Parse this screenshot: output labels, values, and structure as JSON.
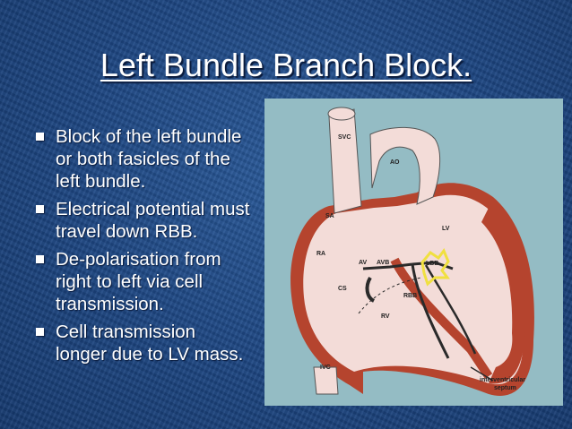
{
  "slide": {
    "title": "Left Bundle Branch Block.",
    "bullets": [
      "Block of the left bundle or both fasicles of the left bundle.",
      "Electrical potential must travel down RBB.",
      "De-polarisation from right to left via cell transmission.",
      "Cell transmission longer due to LV mass."
    ],
    "bullet_lines": [
      [
        "Block of the left bundle",
        "or both fasicles of the",
        "left bundle."
      ],
      [
        "Electrical potential must",
        "travel down RBB."
      ],
      [
        "De-polarisation from",
        "right to left via cell",
        "transmission."
      ],
      [
        "Cell transmission",
        "longer due to LV mass."
      ]
    ]
  },
  "figure": {
    "labels": {
      "svc": "SVC",
      "ao": "AO",
      "sa": "SA",
      "ra": "RA",
      "lv": "LV",
      "av": "AV",
      "avb": "AVB",
      "lbb": "LBB",
      "cs": "CS",
      "rbb": "RBB",
      "rv": "RV",
      "ivc": "IVC",
      "septum_1": "interventricular",
      "septum_2": "septum"
    },
    "colors": {
      "background": "#94bcc4",
      "tissue": "#f3dcd8",
      "myocardium": "#b5442e",
      "conduction": "#2a2a2a",
      "block_marker": "#f0e040"
    }
  }
}
